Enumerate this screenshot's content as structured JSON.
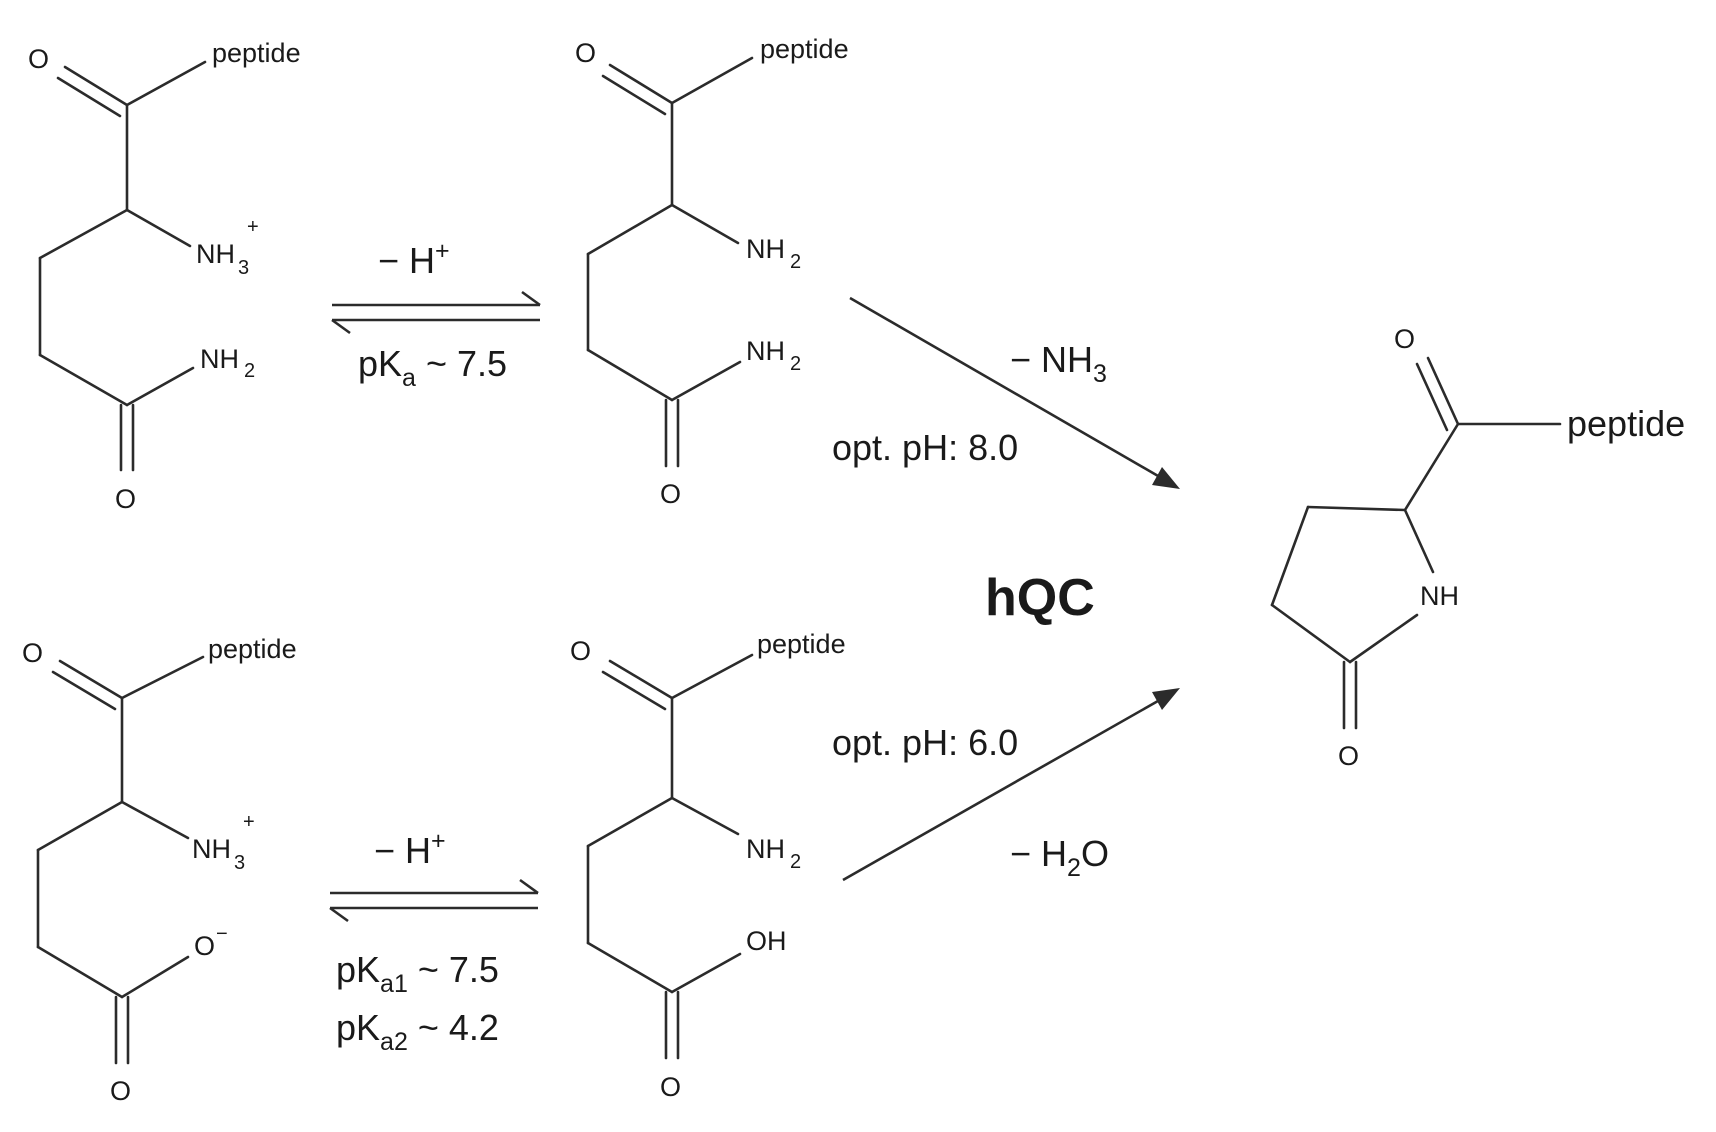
{
  "atoms": {
    "oxygen": "O",
    "peptide": "peptide",
    "nh3": "NH",
    "nh3_sub": "3",
    "plus": "+",
    "nh2": "NH",
    "nh2_sub": "2",
    "oh": "OH",
    "o_minus": "O",
    "minus": "−",
    "nh": "NH"
  },
  "top_equilibrium": {
    "above": "− H",
    "above_sup": "+",
    "below_main": "pK",
    "below_sub": "a",
    "below_value": " ~ 7.5"
  },
  "bottom_equilibrium": {
    "above": "− H",
    "above_sup": "+",
    "pka1_main": "pK",
    "pka1_sub": "a1",
    "pka1_value": " ~ 7.5",
    "pka2_main": "pK",
    "pka2_sub": "a2",
    "pka2_value": " ~ 4.2"
  },
  "top_reaction": {
    "loss": "− NH",
    "loss_sub": "3",
    "opt_ph": "opt. pH: 8.0"
  },
  "bottom_reaction": {
    "loss": "− H",
    "loss_sub": "2",
    "loss_suffix": "O",
    "opt_ph": "opt. pH: 6.0"
  },
  "enzyme": "hQC"
}
